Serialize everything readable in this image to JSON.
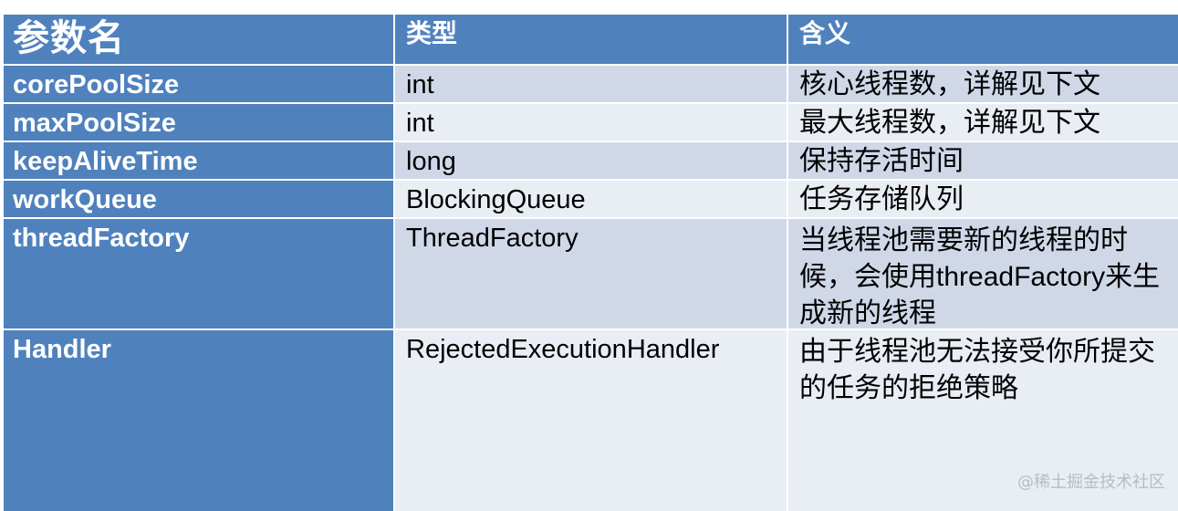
{
  "headers": [
    "参数名",
    "类型",
    "含义"
  ],
  "rows": [
    {
      "name": "corePoolSize",
      "type": "int",
      "desc": "核心线程数，详解见下文"
    },
    {
      "name": "maxPoolSize",
      "type": "int",
      "desc": "最大线程数，详解见下文"
    },
    {
      "name": "keepAliveTime",
      "type": "long",
      "desc": "保持存活时间"
    },
    {
      "name": "workQueue",
      "type": "BlockingQueue",
      "desc": "任务存储队列"
    },
    {
      "name": "threadFactory",
      "type": "ThreadFactory",
      "desc": "当线程池需要新的线程的时候，会使用threadFactory来生成新的线程"
    },
    {
      "name": "Handler",
      "type": "RejectedExecutionHandler",
      "desc": "由于线程池无法接受你所提交的任务的拒绝策略"
    }
  ],
  "watermark": "@稀土掘金技术社区",
  "colors": {
    "header_bg": "#4f81bd",
    "row_odd": "#d0d8e8",
    "row_even": "#e9edf4",
    "text_light": "#ffffff"
  }
}
